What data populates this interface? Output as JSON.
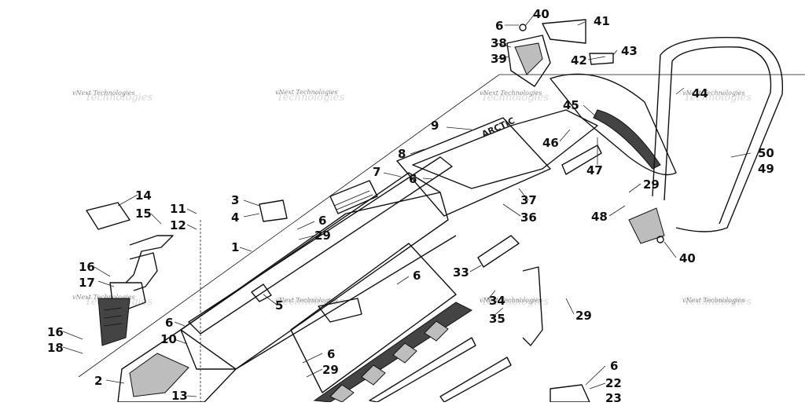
{
  "watermark_text": "vNext Technologies",
  "callouts": [
    "6",
    "40",
    "41",
    "38",
    "39",
    "42",
    "43",
    "44",
    "45",
    "9",
    "8",
    "46",
    "47",
    "50",
    "49",
    "7",
    "6",
    "37",
    "36",
    "3",
    "4",
    "6",
    "29",
    "14",
    "15",
    "11",
    "12",
    "1",
    "29",
    "48",
    "40",
    "16",
    "17",
    "33",
    "6",
    "34",
    "35",
    "5",
    "29",
    "16",
    "18",
    "6",
    "10",
    "6",
    "29",
    "2",
    "13",
    "6",
    "22",
    "23"
  ]
}
